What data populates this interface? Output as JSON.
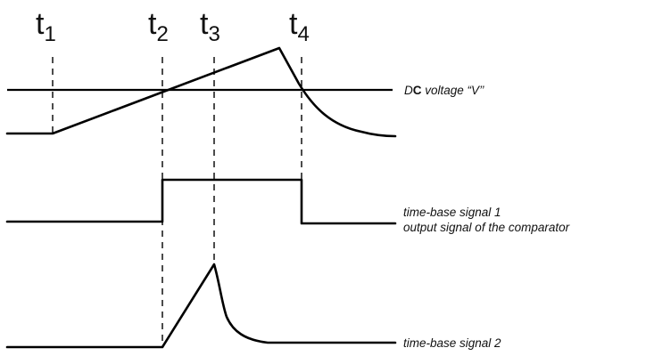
{
  "time_markers": [
    {
      "id": "t1",
      "base": "t",
      "sub": "1"
    },
    {
      "id": "t2",
      "base": "t",
      "sub": "2"
    },
    {
      "id": "t3",
      "base": "t",
      "sub": "3"
    },
    {
      "id": "t4",
      "base": "t",
      "sub": "4"
    }
  ],
  "signals": {
    "dc_voltage": {
      "prefix": "D",
      "bold": "C",
      "suffix": " voltage “V’’"
    },
    "time_base_1": {
      "line1": "time-base signal 1",
      "line2": "output signal of the comparator"
    },
    "time_base_2": {
      "label": "time-base signal 2"
    }
  },
  "colors": {
    "line": "#000000",
    "text": "#111111",
    "background": "#ffffff"
  }
}
